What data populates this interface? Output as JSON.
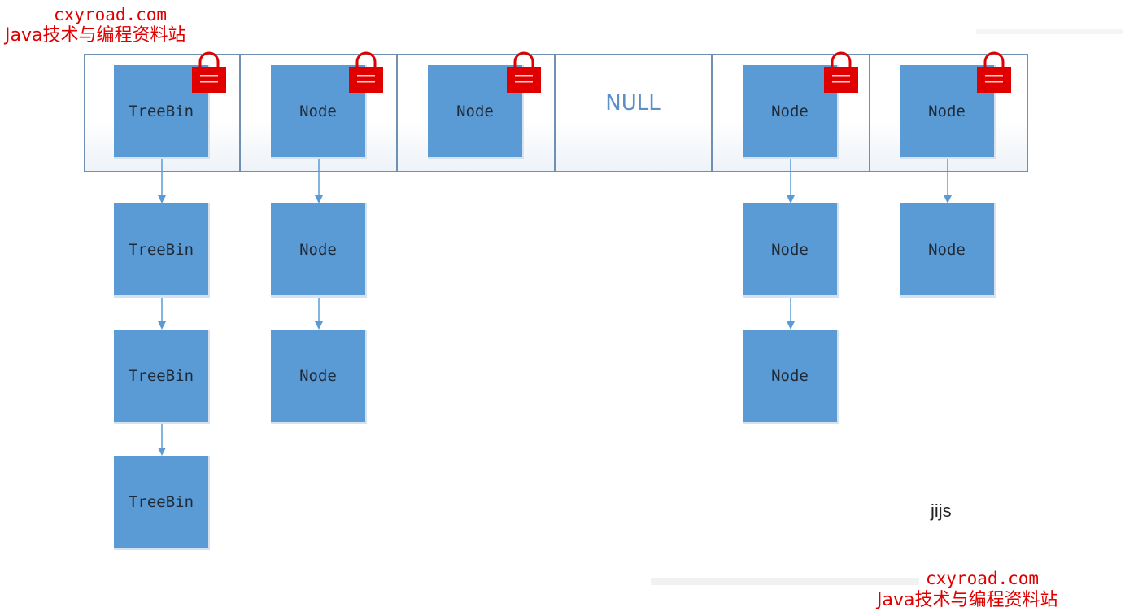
{
  "watermark": {
    "domain": "cxyroad.com",
    "title": "Java技术与编程资料站"
  },
  "table": {
    "slots": [
      {
        "head": "TreeBin",
        "locked": true,
        "chain": [
          "TreeBin",
          "TreeBin",
          "TreeBin"
        ]
      },
      {
        "head": "Node",
        "locked": true,
        "chain": [
          "Node",
          "Node"
        ]
      },
      {
        "head": "Node",
        "locked": true,
        "chain": []
      },
      {
        "head": "NULL",
        "locked": false,
        "chain": []
      },
      {
        "head": "Node",
        "locked": true,
        "chain": [
          "Node",
          "Node"
        ]
      },
      {
        "head": "Node",
        "locked": true,
        "chain": [
          "Node"
        ]
      }
    ]
  },
  "signature": "jijs",
  "colors": {
    "node_fill": "#5b9bd5",
    "lock_red": "#e00000",
    "border": "#6f8fb3",
    "watermark": "#e00000"
  },
  "icons": {
    "lock": "padlock-icon",
    "arrow": "down-arrow-icon"
  }
}
